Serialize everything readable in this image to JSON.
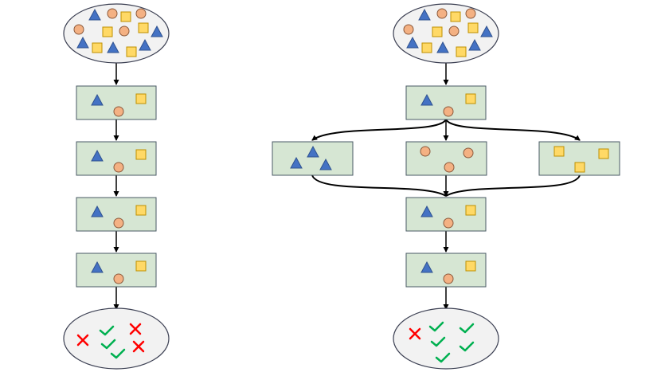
{
  "colors": {
    "pool_fill": "#f2f2f2",
    "pool_stroke": "#3b3f52",
    "box_fill": "#d6e6d3",
    "box_stroke": "#4a5a64",
    "triangle": "#4472c4",
    "triangle_stroke": "#2f528f",
    "circle": "#f4b183",
    "circle_stroke": "#8c5a3c",
    "square": "#ffd966",
    "square_stroke": "#bf9000",
    "arrow": "#000000",
    "check": "#00b050",
    "cross": "#ff0000"
  },
  "icons": {
    "triangle": "triangle-icon",
    "circle": "circle-icon",
    "square": "square-icon",
    "check": "checkmark-icon",
    "cross": "cross-icon"
  },
  "left_pipeline": {
    "input": "mixed-shapes-pool",
    "stages": [
      {
        "shapes": [
          "triangle",
          "circle",
          "square"
        ]
      },
      {
        "shapes": [
          "triangle",
          "circle",
          "square"
        ]
      },
      {
        "shapes": [
          "triangle",
          "circle",
          "square"
        ]
      },
      {
        "shapes": [
          "triangle",
          "circle",
          "square"
        ]
      }
    ],
    "outcomes": {
      "pass": 3,
      "fail": 3
    }
  },
  "right_pipeline": {
    "input": "mixed-shapes-pool",
    "stages": [
      {
        "shapes": [
          "triangle",
          "circle",
          "square"
        ]
      },
      {
        "branches": [
          {
            "shapes": [
              "triangle",
              "triangle",
              "triangle"
            ]
          },
          {
            "shapes": [
              "circle",
              "circle",
              "circle"
            ]
          },
          {
            "shapes": [
              "square",
              "square",
              "square"
            ]
          }
        ]
      },
      {
        "shapes": [
          "triangle",
          "circle",
          "square"
        ]
      },
      {
        "shapes": [
          "triangle",
          "circle",
          "square"
        ]
      }
    ],
    "outcomes": {
      "pass": 5,
      "fail": 1
    }
  }
}
